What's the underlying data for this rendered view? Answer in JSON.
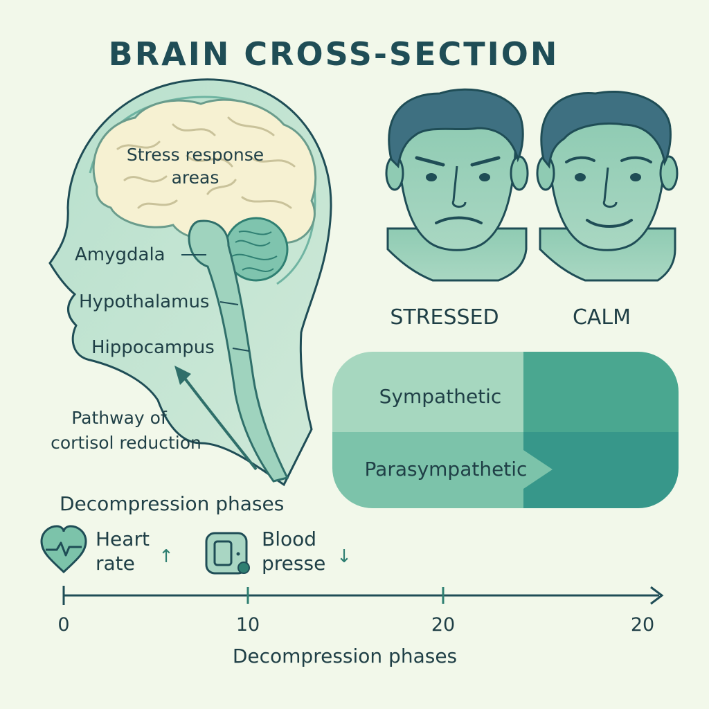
{
  "title": "BRAIN CROSS-SECTION",
  "brain": {
    "stress_area_line1": "Stress response",
    "stress_area_line2": "areas",
    "amygdala": "Amygdala",
    "hypothalamus": "Hypothalamus",
    "hippocampus": "Hippocampus",
    "pathway_line1": "Pathway of",
    "pathway_line2": "cortisol reduction"
  },
  "faces": {
    "stressed": "STRESSED",
    "calm": "CALM"
  },
  "nervous_system": {
    "sympathetic": "Sympathetic",
    "parasympathetic": "Parasympathetic"
  },
  "phases": {
    "heading": "Decompression phases",
    "heart_line1": "Heart",
    "heart_line2": "rate",
    "heart_arrow": "↑",
    "blood_line1": "Blood",
    "blood_line2": "presse",
    "blood_arrow": "↓"
  },
  "axis": {
    "ticks": [
      "0",
      "10",
      "20",
      "20"
    ],
    "label": "Decompression phases"
  },
  "icons": {
    "heart": "heart-pulse-icon",
    "blood": "blood-pressure-monitor-icon"
  },
  "colors": {
    "background": "#f2f8ea",
    "dark_teal": "#1f4d56",
    "head_fill": "#a9d6c3",
    "brain_fill": "#f6f1d2",
    "sympathetic_light": "#a6d7bf",
    "sympathetic_dark": "#4aa790",
    "parasympathetic_light": "#7cc3aa",
    "parasympathetic_dark": "#37978a"
  }
}
